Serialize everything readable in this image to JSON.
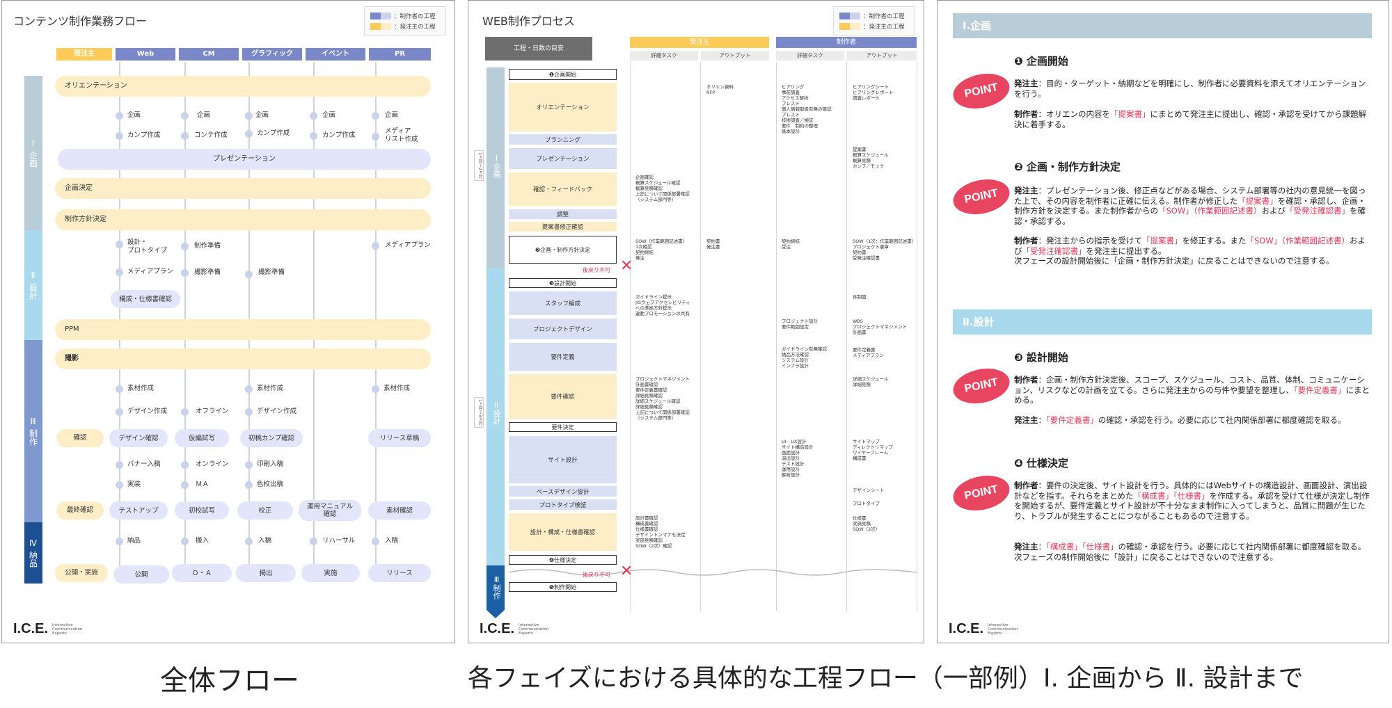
{
  "colors": {
    "creator": "#7a87c9",
    "client": "#fdcb58",
    "phase1": "#b9cdd8",
    "phase2": "#a9d9ec",
    "phase3": "#7f98cf",
    "phase4": "#1d4f93",
    "red": "#e2395a"
  },
  "legend": {
    "creator": "：制作者の工程",
    "client": "：発注主の工程"
  },
  "logo": {
    "main": "I.C.E.",
    "sub": "Interactive\nCommunication\nExperts"
  },
  "captions": {
    "left": "全体フロー",
    "right": "各フェイズにおける具体的な工程フロー（一部例）Ⅰ. 企画から Ⅱ. 設計まで"
  },
  "p1": {
    "title": "コンテンツ制作業務フロー",
    "columns": [
      "発注主",
      "Web",
      "CM",
      "グラフィック",
      "イベント",
      "PR"
    ],
    "phases": [
      "Ⅰ 企画",
      "Ⅱ 設計",
      "Ⅲ 制作",
      "Ⅳ 納品"
    ],
    "bands": {
      "orient": "オリエンテーション",
      "present": "プレゼンテーション",
      "decide": "企画決定",
      "policy": "制作方針決定",
      "ppm": "PPM",
      "shoot": "撮影"
    },
    "items": {
      "web": [
        "企画",
        "カンプ作成",
        "設計・\nプロトタイプ",
        "メディアプラン",
        "素材作成",
        "デザイン作成",
        "バナー入稿",
        "実装",
        "納品"
      ],
      "cm": [
        "企画",
        "コンテ作成",
        "制作準備",
        "撮影準備",
        "オフライン",
        "オンライン",
        "ＭＡ",
        "搬入"
      ],
      "gra": [
        "企画",
        "カンプ作成",
        "撮影準備",
        "素材作成",
        "デザイン作成",
        "印刷入稿",
        "色校出稿",
        "入稿"
      ],
      "evt": [
        "企画",
        "カンプ作成",
        "リハーサル"
      ],
      "pr": [
        "企画",
        "メディア\nリスト作成",
        "メディアプラン",
        "素材作成",
        "入稿"
      ]
    },
    "chips": {
      "spec": "構成・仕様書確認",
      "kakunin": "確認",
      "designCheck": "デザイン確認",
      "karishi": "仮編試写",
      "kamp": "初稿カンプ確認",
      "releaseCheck": "リリース草稿",
      "final": "最終確認",
      "testup": "テストアップ",
      "shokou": "初校試写",
      "kousei": "校正",
      "manual": "運用マニュアル\n確認",
      "sozai": "素材確認",
      "release": "公開・実施",
      "kokai": "公開",
      "oa": "Ｏ・Ａ",
      "keisai": "掲出",
      "jisshi": "実施",
      "rel": "リリース"
    }
  },
  "p2": {
    "title": "WEB制作プロセス",
    "header": {
      "schedule": "工程・日数の目安",
      "client": "発注主",
      "creator": "制作者",
      "task": "詳細タスク",
      "output": "アウトプット"
    },
    "phaseLabels": [
      "Ⅰ企画",
      "Ⅱ設計",
      "Ⅲ制作"
    ],
    "durations": [
      "1ヵ月〜2ヵ月",
      "1ヵ月〜3ヵ月"
    ],
    "steps": [
      "❶企画開始",
      "オリエンテーション",
      "プランニング",
      "プレゼンテーション",
      "確認・フィードバック",
      "調整",
      "提案書修正確認",
      "❷企画・制作方針決定",
      "❸設計開始",
      "スタッフ編成",
      "プロジェクトデザイン",
      "要件定義",
      "要件確認",
      "要件決定",
      "サイト設計",
      "ベースデザイン設計",
      "プロトタイプ検証",
      "設計・構成・仕様書確認",
      "❹仕様決定",
      "❺制作開始"
    ],
    "noReturn": "後戻り不可",
    "cells": {
      "c1_out": "オリエン資料\nRFP",
      "c2_task": "ヒアリング\n事前調査\nアクセス解析\nブレスト\n個人情報取扱有無の確認\nプレスト\n技術調査／検証\n要件　制約の整理\n基本設計",
      "c2_out": "ヒアリングシート\nヒアリングレポート\n調査レポート",
      "c2_out2": "提案書\n概算スケジュール\n概算見積\nカンプ／モック",
      "c1_task": "企画確認\n概算スケジュール確認\n概算見積確認\n上記について関係部署確認\n（システム部門等）",
      "c1_task2": "SOW（作業範囲記述書）\n1次確認\n契約締結\n発注",
      "c1_out2": "契約書\n発注書",
      "c2_task2": "契約締結\n受注",
      "c2_out3": "SOW（1次：作業範囲記述書）\nプロジェクト憲章\n契約書\n受発注確認書",
      "c1_task3": "ガイドライン提示\nJISウェブアクセシビリティ\nへの準拠方針提示\n連動プロモーションの共有",
      "c2_out4": "体制図",
      "c2_task3": "プロジェクト設計\n要件範囲設定",
      "c2_out5": "WBS\nプロジェクトマネジメント\n計画書",
      "c2_task4": "ガイドライン有無確認\n納品方法確認\nシステム設計\nインフラ設計",
      "c2_out6": "要件定義書\nメディアプラン",
      "c1_task4": "プロジェクトマネジメント\n計画書確認\n要件定義書確認\n詳細見積確認\n詳細スケジュール確認\n詳細見積確認\n上記について関係部署確認\n（システム部門等）",
      "c2_out7": "詳細スケジュール\n詳細見積",
      "c2_task5": "UI　UX設計\nサイト構造設計\n画面設計\n演出設計\nテスト設計\n運用設計\n解析設計",
      "c2_out8": "サイトマップ\nディレクトリマップ\nワイヤーフレーム\n構成書",
      "c2_out9": "デザインシート",
      "c2_out10": "プロトタイプ",
      "c1_task5": "設計書確認\n構成書確認\n仕様書確認\nデザイントンマナを決定\n実施見積確認\nSOW（2次）確認",
      "c2_out11": "仕様書\n実施見積\nSOW（2次）"
    }
  },
  "p3": {
    "sections": [
      "Ⅰ.企画",
      "Ⅱ.設計"
    ],
    "badge": "POINT",
    "points": [
      {
        "title": "❶ 企画開始",
        "a_label": "発注主",
        "a_text": "：目的・ターゲット・納期などを明確にし、制作者に必要資料を添えてオリエンテーションを行う。",
        "b_label": "制作者",
        "b_pre": "：オリエンの内容を",
        "b_red": "「提案書」",
        "b_post": "にまとめて発注主に提出し、確認・承認を受けてから課題解決に着手する。"
      },
      {
        "title": "❷ 企画・制作方針決定",
        "a_label": "発注主",
        "a_t1": "：プレゼンテーション後、修正点などがある場合、システム部署等の社内の意見統一を図った上で、その内容を制作者に正確に伝える。制作者が修正した",
        "a_r1": "「提案書」",
        "a_t2": "を確認・承認し、企画・制作方針を決定する。また制作者からの",
        "a_r2": "「SOW」（作業範囲記述書）",
        "a_t3": "および",
        "a_r3": "「受発注確認書」",
        "a_t4": "を確認・承認する。",
        "b_label": "制作者",
        "b_t1": "：発注主からの指示を受けて",
        "b_r1": "「提案書」",
        "b_t2": "を修正する。また",
        "b_r2": "「SOW」（作業範囲記述書）",
        "b_t3": "および",
        "b_r3": "「受発注確認書」",
        "b_t4": "を発注主に提出する。",
        "b_t5": "次フェーズの設計開始後に「企画・制作方針決定」に戻ることはできないので注意する。"
      },
      {
        "title": "❸ 設計開始",
        "a_label": "制作者",
        "a_t1": "：企画・制作方針決定後、スコープ、スケジュール、コスト、品質、体制、コミュニケーション、リスクなどの計画を立てる。さらに発注主からの与件や要望を整理し、",
        "a_r1": "「要件定義書」",
        "a_t2": "にまとめる。",
        "b_label": "発注主",
        "b_t1": "：",
        "b_r1": "「要件定義書」",
        "b_t2": "の確認・承認を行う。必要に応じて社内関係部署に都度確認を取る。"
      },
      {
        "title": "❹ 仕様決定",
        "a_label": "制作者",
        "a_t1": "：要件の決定後、サイト設計を行う。具体的にはWebサイトの構造設計、画面設計、演出設計などを指す。それらをまとめた",
        "a_r1": "「構成書」「仕様書」",
        "a_t2": "を作成する。承認を受けて仕様が決定し制作を開始するが、要件定義とサイト設計が不十分なまま制作に入ってしまうと、品質に問題が生じたり、トラブルが発生することにつながることもあるので注意する。",
        "b_label": "発注主",
        "b_t1": "：",
        "b_r1": "「構成書」「仕様書」",
        "b_t2": "の確認・承認を行う。必要に応じて社内関係部署に都度確認を取る。次フェーズの制作開始後に「設計」に戻ることはできないので注意する。"
      }
    ]
  }
}
